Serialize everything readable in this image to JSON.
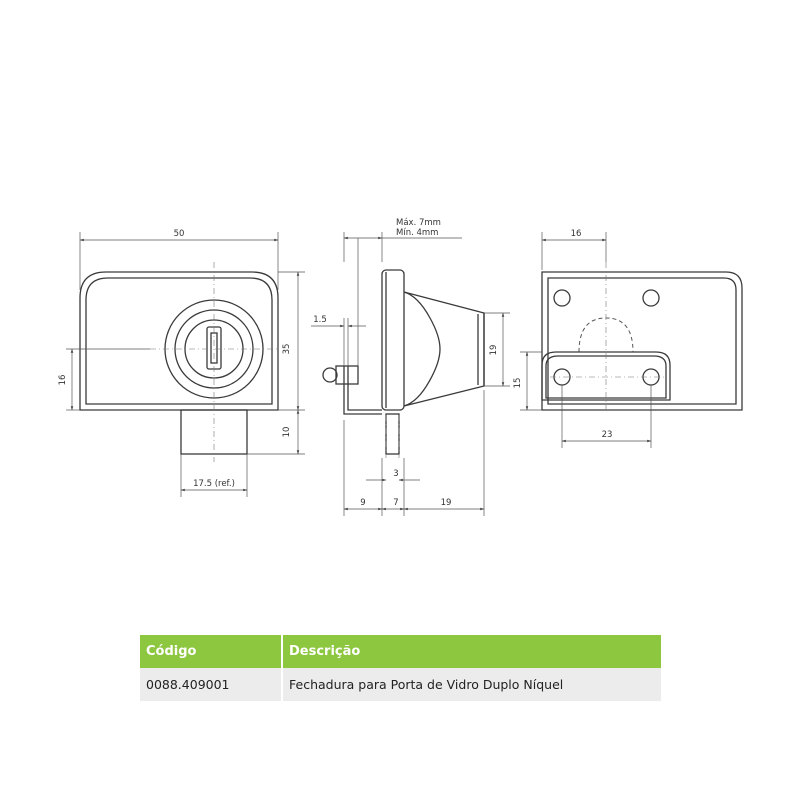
{
  "drawing": {
    "front": {
      "width": "50",
      "height": "35",
      "cylinder_height": "16",
      "boss_depth": "10",
      "boss_width": "17.5 (ref.)"
    },
    "side": {
      "max_label": "Máx. 7mm",
      "min_label": "Mín. 4mm",
      "pin_offset": "1.5",
      "knob_height": "19",
      "plate_thickness": "3",
      "dim_9": "9",
      "dim_7": "7",
      "dim_19": "19"
    },
    "back": {
      "top_offset": "16",
      "plate_height": "15",
      "hole_spacing": "23"
    }
  },
  "table": {
    "headers": [
      "Código",
      "Descrição"
    ],
    "rows": [
      {
        "code": "0088.409001",
        "description": "Fechadura para Porta de Vidro Duplo Níquel"
      }
    ]
  },
  "colors": {
    "header_bg": "#8dc63f",
    "row_bg": "#ececec",
    "line": "#3a3a3a"
  }
}
